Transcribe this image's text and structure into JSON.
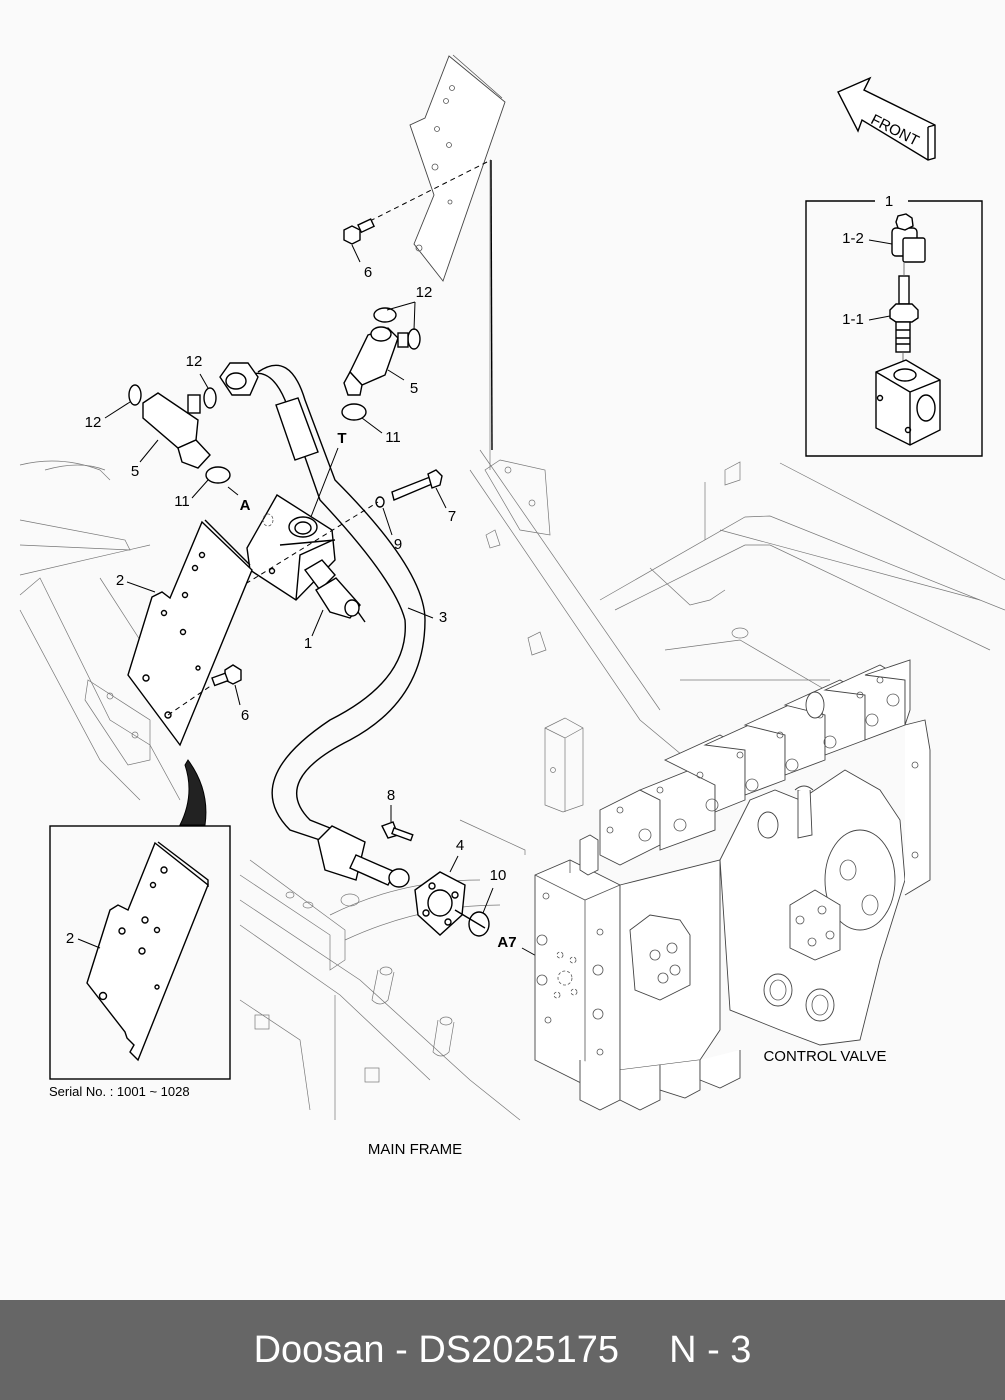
{
  "diagram": {
    "orientation_label": "FRONT",
    "callouts": {
      "c1_top": "1",
      "c1_2": "1-2",
      "c1_1": "1-1",
      "c6_top": "6",
      "c12_right": "12",
      "c5_right": "5",
      "c11_right": "11",
      "c_T": "T",
      "c12_left_a": "12",
      "c12_left_b": "12",
      "c5_left": "5",
      "c11_left": "11",
      "c_A": "A",
      "c7": "7",
      "c9": "9",
      "c2_main": "2",
      "c1_main": "1",
      "c3": "3",
      "c6_bottom": "6",
      "c8": "8",
      "c4": "4",
      "c10": "10",
      "c_A7": "A7",
      "c2_inset": "2"
    },
    "inset_serial": "Serial No. : 1001 ~ 1028",
    "labels": {
      "control_valve": "CONTROL VALVE",
      "main_frame": "MAIN FRAME"
    }
  },
  "footer": {
    "brand": "Doosan",
    "separator": "-",
    "part_number": "DS2025175",
    "page": "N - 3"
  },
  "colors": {
    "background": "#fafafa",
    "footer_bg": "#666666",
    "footer_text": "#ffffff",
    "line": "#000000"
  }
}
